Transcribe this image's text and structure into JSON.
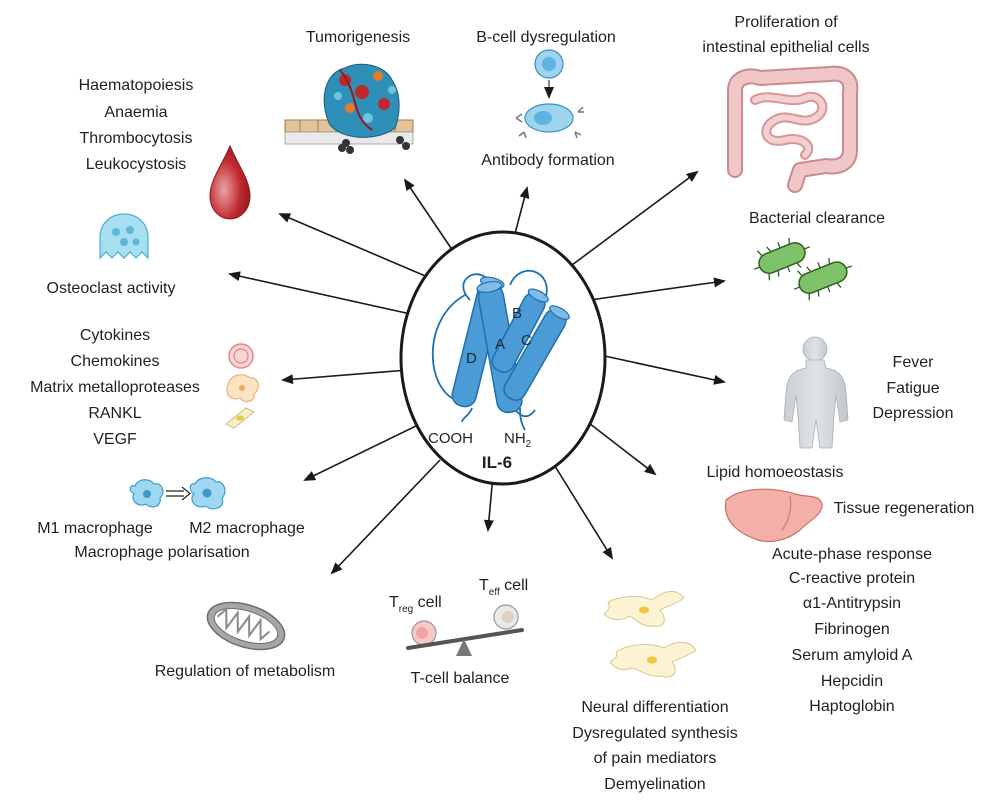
{
  "center": {
    "title": "IL-6",
    "terminal_cooh": "COOH",
    "terminal_nh": "NH",
    "terminal_nh_sub": "2",
    "helix_labels": [
      "A",
      "B",
      "C",
      "D"
    ],
    "colors": {
      "helix": "#4a9bd6",
      "helix_stroke": "#1f6fae",
      "border": "#1a1a1a"
    }
  },
  "effects": {
    "tumorigenesis": "Tumorigenesis",
    "b_cell_dysregulation": "B-cell dysregulation",
    "antibody_formation": "Antibody formation",
    "proliferation": [
      "Proliferation of",
      "intestinal epithelial cells"
    ],
    "haematology": [
      "Haematopoiesis",
      "Anaemia",
      "Thrombocytosis",
      "Leukocystosis"
    ],
    "bacterial_clearance": "Bacterial clearance",
    "osteoclast_activity": "Osteoclast activity",
    "secreted_factors": [
      "Cytokines",
      "Chemokines",
      "Matrix metalloproteases",
      "RANKL",
      "VEGF"
    ],
    "systemic": [
      "Fever",
      "Fatigue",
      "Depression"
    ],
    "lipid_homoeostasis": "Lipid homoeostasis",
    "tissue_regeneration": "Tissue regeneration",
    "acute_phase": [
      "Acute-phase response",
      "C-reactive protein",
      "α1-Antitrypsin",
      "Fibrinogen",
      "Serum amyloid A",
      "Hepcidin",
      "Haptoglobin"
    ],
    "macrophage": {
      "m1": "M1 macrophage",
      "m2": "M2 macrophage",
      "polarisation": "Macrophage polarisation"
    },
    "metabolism": "Regulation of metabolism",
    "t_cell": {
      "treg_main": "T",
      "treg_sub": "reg",
      "teff_main": "T",
      "teff_sub": "eff",
      "cell_word": " cell",
      "balance": "T-cell balance"
    },
    "neural": [
      "Neural differentiation",
      "Dysregulated synthesis",
      "of pain mediators",
      "Demyelination"
    ]
  }
}
